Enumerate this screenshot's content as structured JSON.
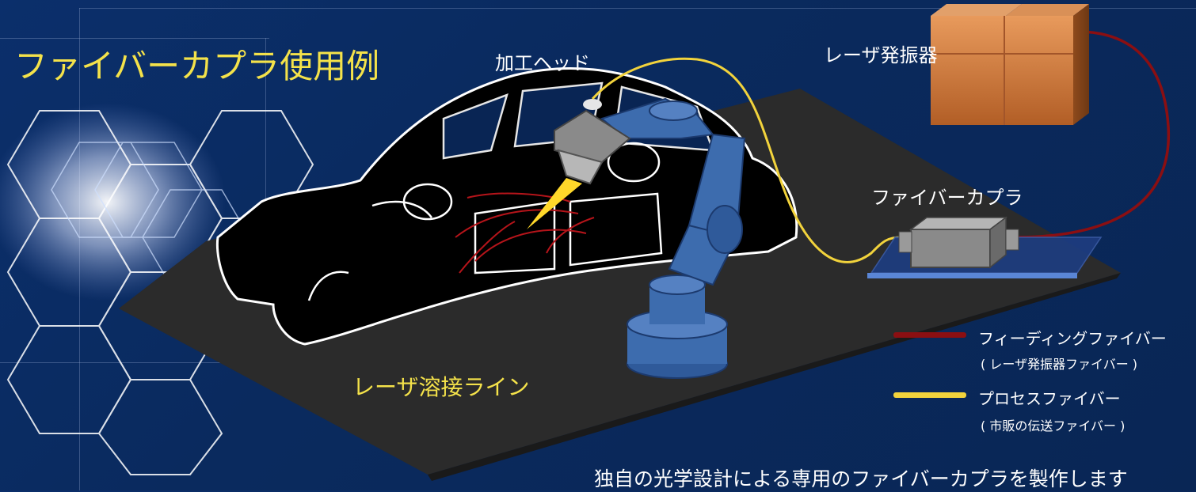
{
  "title": "ファイバーカプラ使用例",
  "labels": {
    "processing_head": "加工ヘッド",
    "laser_oscillator": "レーザ発振器",
    "fiber_coupler": "ファイバーカプラ",
    "welding_line": "レーザ溶接ライン"
  },
  "legend": [
    {
      "label": "フィーディングファイバー",
      "sub": "( レーザ発振器ファイバー )",
      "color": "#8b0f12"
    },
    {
      "label": "プロセスファイバー",
      "sub": "( 市販の伝送ファイバー )",
      "color": "#f2d33c"
    }
  ],
  "caption": "独自の光学設計による専用のファイバーカプラを製作します",
  "colors": {
    "title": "#f4e24a",
    "background": "#0a2a5e",
    "platform": "#2b2b2b",
    "robot": "#3d6cae",
    "oscillator": "#c8703a"
  }
}
